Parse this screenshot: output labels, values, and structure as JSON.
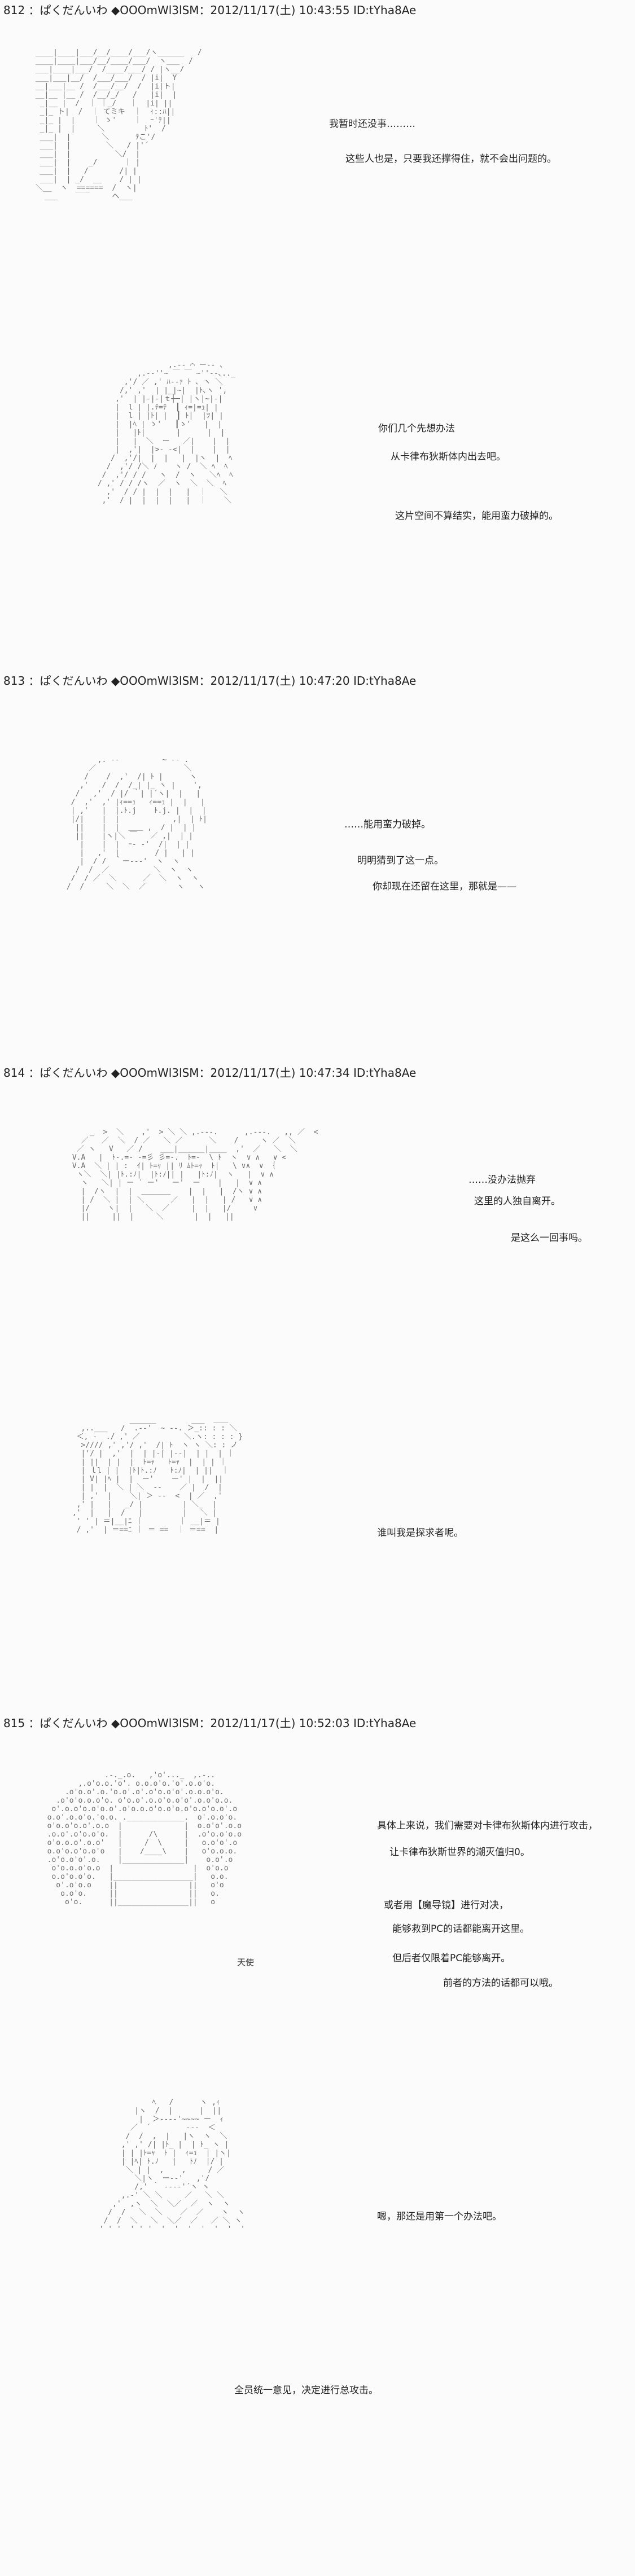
{
  "posts": [
    {
      "header": "812 ：ぱくだんいわ ◆OOOmWl3lSM：2012/11/17(土) 10:43:55 ID:tYha8Ae",
      "lines": [
        "我暂时还没事………",
        "这些人也是，只要我还撑得住，就不会出问题的。"
      ]
    },
    {
      "lines": [
        "你们几个先想办法",
        "从卡律布狄斯体内出去吧。",
        "这片空间不算结实，能用蛮力破掉的。"
      ]
    },
    {
      "header": "813 ：ぱくだんいわ ◆OOOmWl3lSM：2012/11/17(土) 10:47:20 ID:tYha8Ae",
      "lines": [
        "……能用蛮力破掉。",
        "明明猜到了这一点。",
        "你却现在还留在这里，那就是——"
      ]
    },
    {
      "header": "814 ：ぱくだんいわ ◆OOOmWl3lSM：2012/11/17(土) 10:47:34 ID:tYha8Ae",
      "lines": [
        "……没办法抛弃",
        "这里的人独自离开。",
        "是这么一回事吗。"
      ]
    },
    {
      "lines": [
        "谁叫我是探求者呢。"
      ]
    },
    {
      "header": "815 ：ぱくだんいわ ◆OOOmWl3lSM：2012/11/17(土) 10:52:03 ID:tYha8Ae",
      "lines": [
        "具体上来说，我们需要对卡律布狄斯体内进行攻击，",
        "让卡律布狄斯世界的潮灭值归0。",
        "或者用【魔导镜】进行对决，",
        "能够救到PC的话都能离开这里。",
        "但后者仅限着PC能够离开。",
        "前者的方法的话都可以哦。"
      ],
      "label": "天使"
    },
    {
      "lines": [
        "嗯，那还是用第一个办法吧。",
        "全员统一意见，决定进行总攻击。"
      ]
    }
  ]
}
